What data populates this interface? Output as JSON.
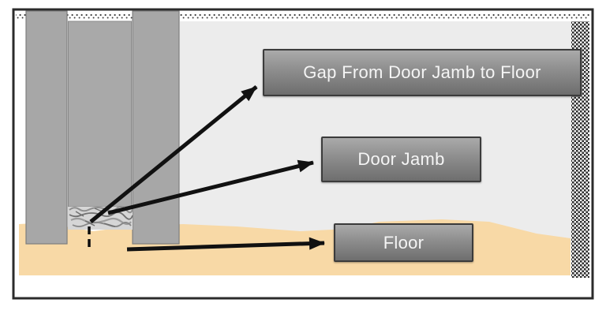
{
  "figure": {
    "type": "door-jamb-floor-gap-diagram",
    "labels": {
      "gap": "Gap From Door Jamb to Floor",
      "door_jamb": "Door Jamb",
      "floor": "Floor"
    },
    "colors": {
      "frame_border": "#2b2b2b",
      "wall_background": "#ececec",
      "jamb_fill": "#a7a7a7",
      "door_slab_fill": "#a9a9a9",
      "floor_fill": "#f8d9a6",
      "debris_base": "#d6d6d6",
      "arrow": "#111111",
      "callout_top": "#aaaaaa",
      "callout_bottom": "#6e6e6e",
      "callout_border": "#3b3b3b",
      "callout_text": "#f5f5f5"
    }
  }
}
